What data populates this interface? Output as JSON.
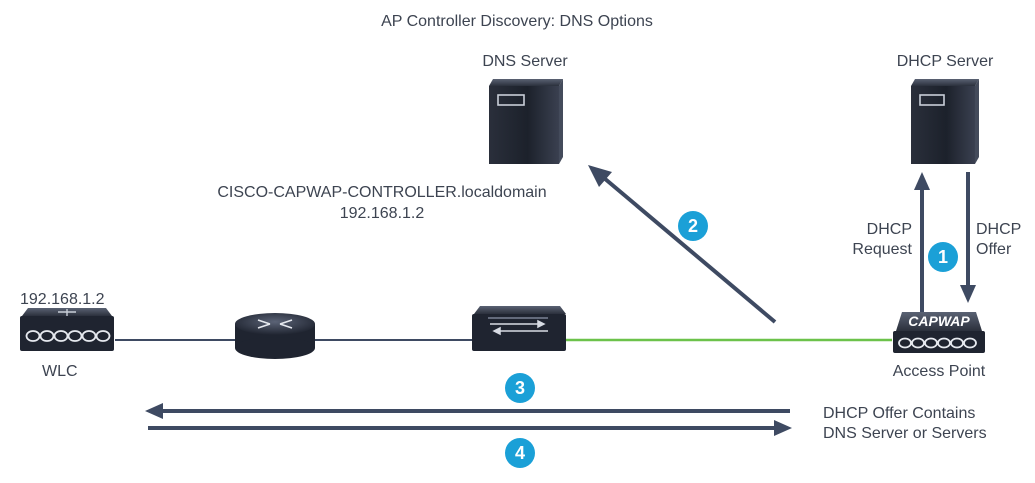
{
  "title": "AP Controller Discovery: DNS Options",
  "nodes": {
    "dns_server": {
      "label": "DNS Server"
    },
    "dhcp_server": {
      "label": "DHCP Server"
    },
    "wlc": {
      "label": "WLC",
      "ip": "192.168.1.2"
    },
    "access_point": {
      "label": "Access Point",
      "badge": "CAPWAP"
    }
  },
  "dns_record": {
    "name": "CISCO-CAPWAP-CONTROLLER.localdomain",
    "ip": "192.168.1.2"
  },
  "dhcp": {
    "request_line1": "DHCP",
    "request_line2": "Request",
    "offer_line1": "DHCP",
    "offer_line2": "Offer"
  },
  "steps": [
    "1",
    "2",
    "3",
    "4"
  ],
  "note": {
    "line1": "DHCP Offer Contains",
    "line2": "DNS Server or Servers"
  },
  "colors": {
    "arrow": "#3e4a62",
    "link_green": "#6cc24a",
    "step_badge": "#1ba0d7",
    "device": "#1f2430"
  },
  "icons": [
    "server-icon",
    "router-icon",
    "switch-icon",
    "controller-icon",
    "access-point-icon"
  ]
}
